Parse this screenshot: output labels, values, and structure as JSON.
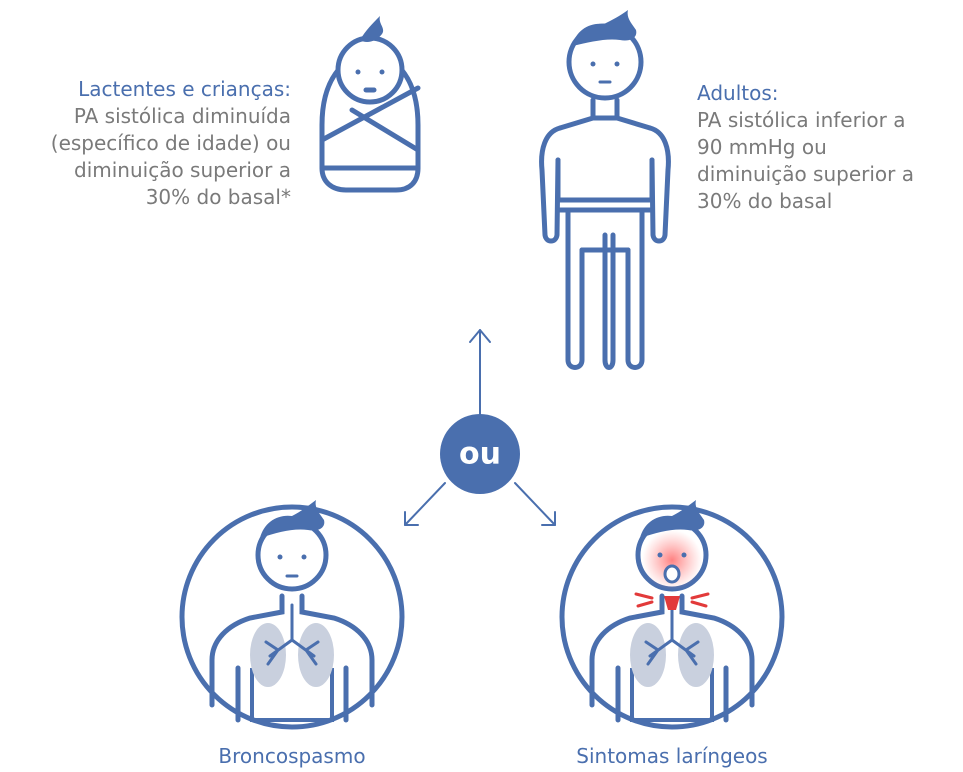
{
  "left_group": {
    "heading": "Lactentes e crianças:",
    "lines": [
      "PA sistólica diminuída",
      "(específico de idade) ou",
      "diminuição superior a",
      "30% do basal*"
    ]
  },
  "right_group": {
    "heading": "Adultos:",
    "lines": [
      "PA sistólica inferior a",
      "90 mmHg ou",
      "diminuição superior a",
      "30% do basal"
    ]
  },
  "center": {
    "label": "ou"
  },
  "bottom_left": {
    "caption": "Broncospasmo"
  },
  "bottom_right": {
    "caption": "Sintomas laríngeos"
  },
  "colors": {
    "primary": "#4a6fae",
    "text": "#7a7a7a",
    "lung": "#c9d0de",
    "alert": "#e23a3a"
  }
}
